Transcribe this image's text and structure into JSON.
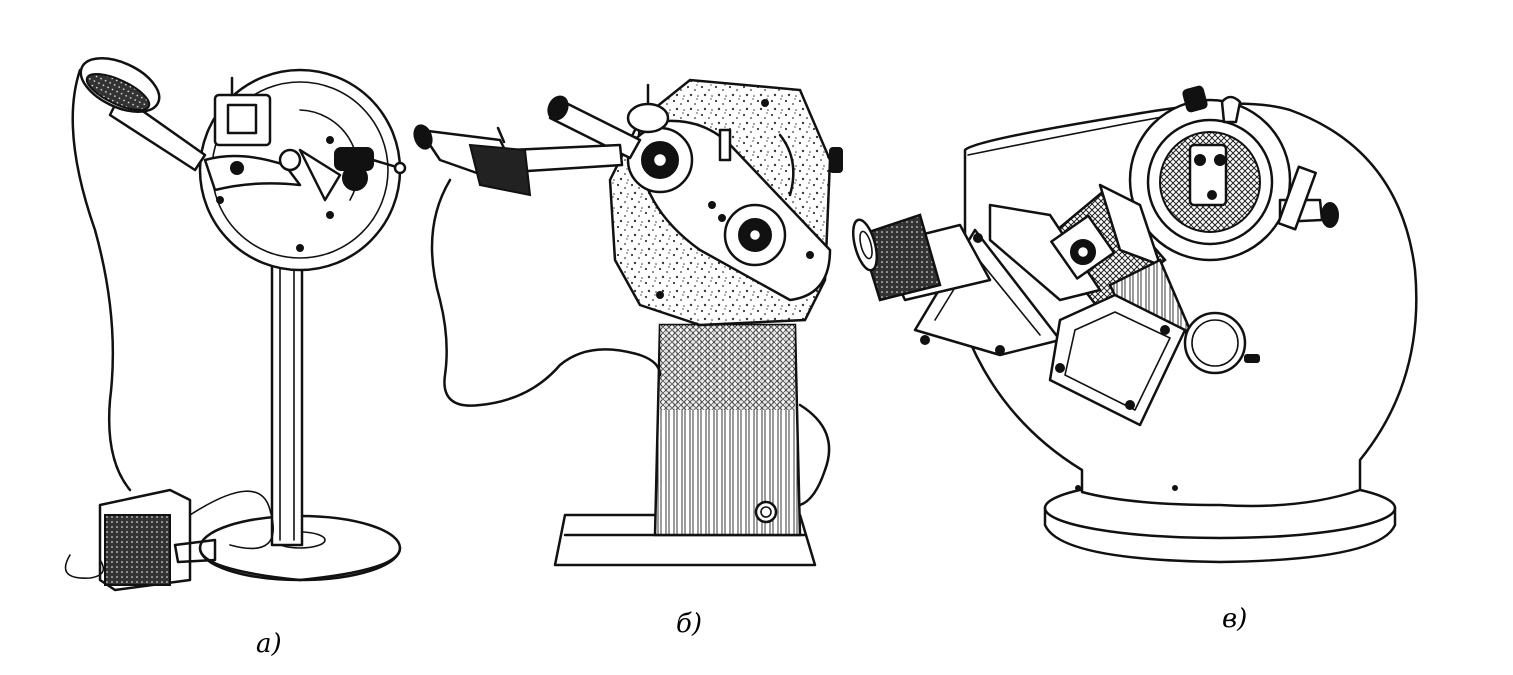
{
  "figure": {
    "colors": {
      "ink": "#111111",
      "paper": "#ffffff",
      "speckle": "#3a3a3a"
    },
    "panels": [
      {
        "id": "a",
        "caption": "а)"
      },
      {
        "id": "b",
        "caption": "б)"
      },
      {
        "id": "c",
        "caption": "в)"
      }
    ]
  }
}
